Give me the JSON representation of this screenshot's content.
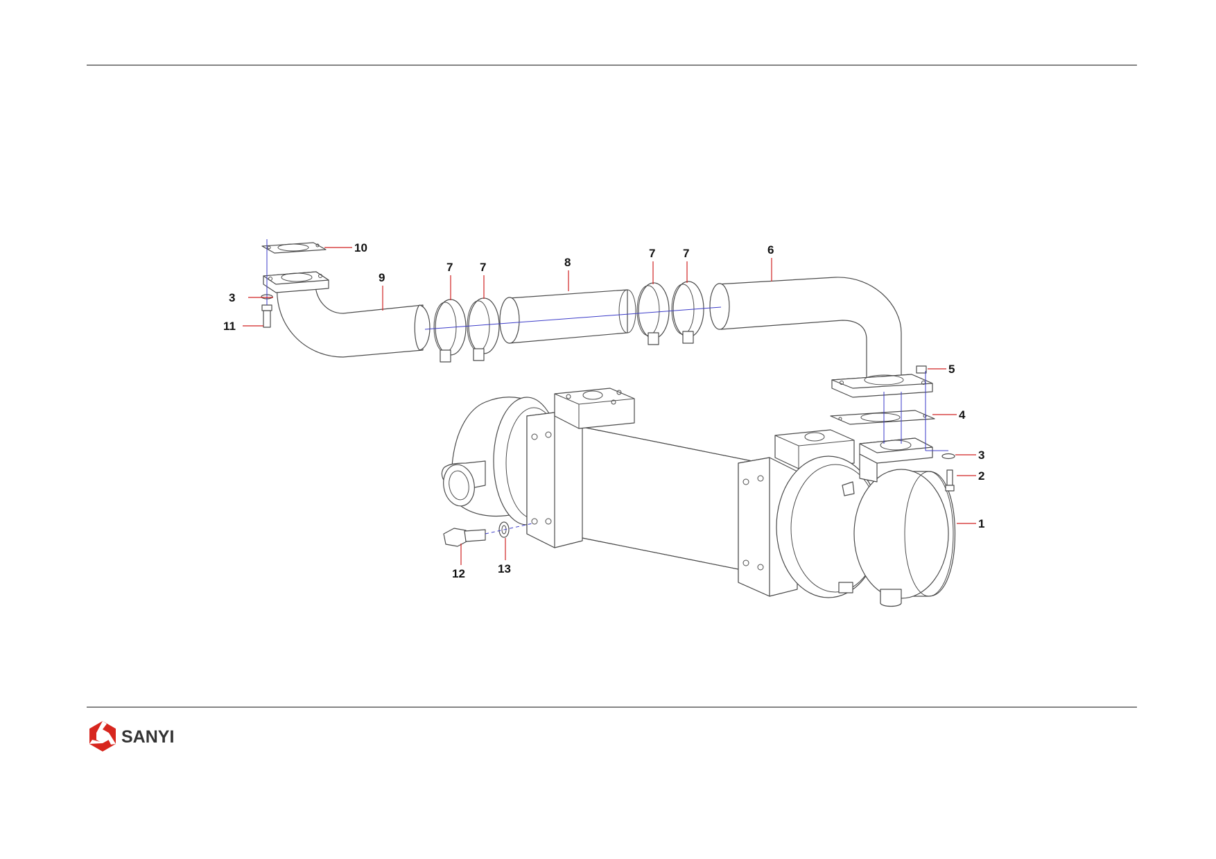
{
  "brand": {
    "name": "SANYI",
    "logo_color": "#d7261e"
  },
  "callouts": [
    {
      "id": "1",
      "text": "1"
    },
    {
      "id": "2",
      "text": "2"
    },
    {
      "id": "3a",
      "text": "3"
    },
    {
      "id": "3b",
      "text": "3"
    },
    {
      "id": "4",
      "text": "4"
    },
    {
      "id": "5",
      "text": "5"
    },
    {
      "id": "6",
      "text": "6"
    },
    {
      "id": "7a",
      "text": "7"
    },
    {
      "id": "7b",
      "text": "7"
    },
    {
      "id": "7c",
      "text": "7"
    },
    {
      "id": "7d",
      "text": "7"
    },
    {
      "id": "8",
      "text": "8"
    },
    {
      "id": "9",
      "text": "9"
    },
    {
      "id": "10",
      "text": "10"
    },
    {
      "id": "11",
      "text": "11"
    },
    {
      "id": "12",
      "text": "12"
    },
    {
      "id": "13",
      "text": "13"
    }
  ]
}
